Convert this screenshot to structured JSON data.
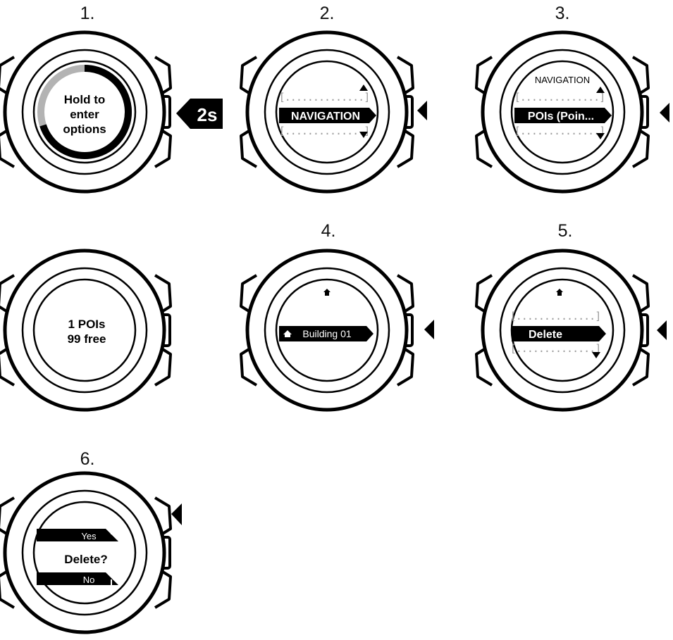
{
  "watch1": {
    "step": "1.",
    "line1": "Hold to",
    "line2": "enter",
    "line3": "options",
    "hold_badge": "2s"
  },
  "watch2": {
    "step": "2.",
    "selected": "NAVIGATION",
    "placeholder_above": "[..............]",
    "placeholder_below": "[..............]"
  },
  "watch3": {
    "step": "3.",
    "header": "NAVIGATION",
    "selected": "POIs (Poin...",
    "placeholder_above": "[..............]",
    "placeholder_below": "[..............]"
  },
  "watch_info": {
    "line1": "1 POIs",
    "line2": "99 free"
  },
  "watch4": {
    "step": "4.",
    "selected": "Building 01"
  },
  "watch5": {
    "step": "5.",
    "selected": "Delete",
    "placeholder_above": "[..............]",
    "placeholder_below": "[..............]"
  },
  "watch6": {
    "step": "6.",
    "question": "Delete?",
    "yes": "Yes",
    "no": "No"
  },
  "icons": {
    "button_arrow": "left-triangle-icon",
    "home": "home-icon",
    "scroll_up": "triangle-up-icon",
    "scroll_down": "triangle-down-icon",
    "confirm": "corner-arrow-icon"
  },
  "colors": {
    "ink": "#000000",
    "placeholder": "#9a9a9a",
    "progress_track": "#b3b3b3"
  }
}
